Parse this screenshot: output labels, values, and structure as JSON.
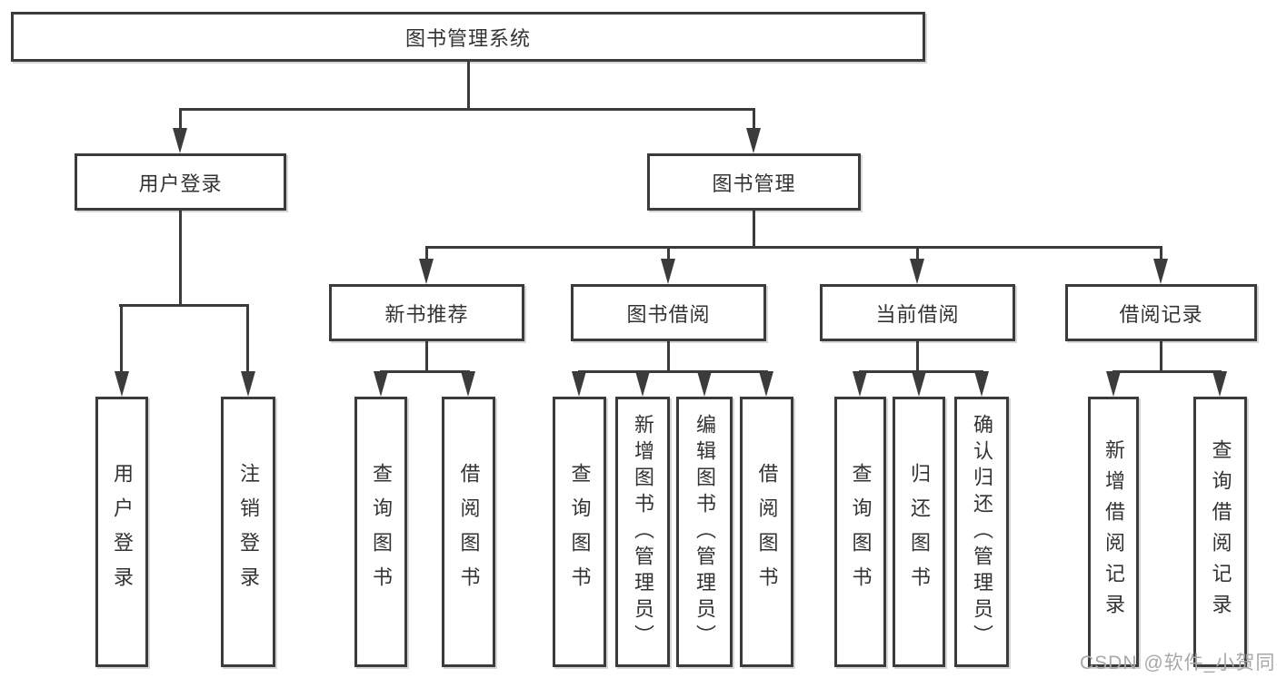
{
  "diagram": {
    "root": {
      "label": "图书管理系统"
    },
    "level2": [
      {
        "label": "用户登录"
      },
      {
        "label": "图书管理"
      }
    ],
    "level3": [
      {
        "label": "新书推荐",
        "parent": "图书管理"
      },
      {
        "label": "图书借阅",
        "parent": "图书管理"
      },
      {
        "label": "当前借阅",
        "parent": "图书管理"
      },
      {
        "label": "借阅记录",
        "parent": "图书管理"
      }
    ],
    "leaves": [
      {
        "label": "用户登录",
        "parent": "用户登录"
      },
      {
        "label": "注销登录",
        "parent": "用户登录"
      },
      {
        "label": "查询图书",
        "parent": "新书推荐"
      },
      {
        "label": "借阅图书",
        "parent": "新书推荐"
      },
      {
        "label": "查询图书",
        "parent": "图书借阅"
      },
      {
        "label": "新增图书（管理员）",
        "parent": "图书借阅"
      },
      {
        "label": "编辑图书（管理员）",
        "parent": "图书借阅"
      },
      {
        "label": "借阅图书",
        "parent": "图书借阅"
      },
      {
        "label": "查询图书",
        "parent": "当前借阅"
      },
      {
        "label": "归还图书",
        "parent": "当前借阅"
      },
      {
        "label": "确认归还（管理员）",
        "parent": "当前借阅"
      },
      {
        "label": "新增借阅记录",
        "parent": "借阅记录"
      },
      {
        "label": "查询借阅记录",
        "parent": "借阅记录"
      }
    ]
  },
  "watermark": "CSDN @软件_小贺同学",
  "colors": {
    "line": "#3b3b3b",
    "text": "#333333",
    "watermark": "#a8a8a8",
    "background": "#ffffff"
  }
}
